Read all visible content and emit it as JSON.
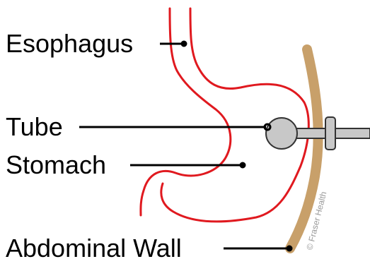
{
  "diagram": {
    "labels": {
      "esophagus": "Esophagus",
      "tube": "Tube",
      "stomach": "Stomach",
      "abdominal_wall": "Abdominal Wall"
    },
    "credit": "© Fraser Health",
    "colors": {
      "organ_outline": "#e0191f",
      "abdominal_wall": "#c8a06a",
      "tube_balloon": "#c8c8c8",
      "tube_outline": "#333333",
      "leader_line": "#000000"
    }
  }
}
